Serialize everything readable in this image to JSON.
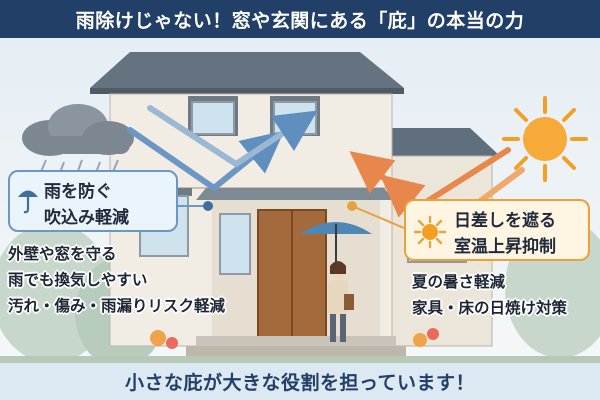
{
  "header": {
    "title": "雨除けじゃない！窓や玄関にある「庇」の本当の力"
  },
  "rain_callout": {
    "line1": "雨を防ぐ",
    "line2": "吹込み軽減",
    "icon": "umbrella-icon"
  },
  "sun_callout": {
    "line1": "日差しを遮る",
    "line2": "室温上昇抑制",
    "icon": "sun-icon"
  },
  "rain_benefits": [
    "外壁や窓を守る",
    "雨でも換気しやすい",
    "汚れ・傷み・雨漏りリスク軽減"
  ],
  "sun_benefits": [
    "夏の暑さ軽減",
    "家具・床の日焼け対策"
  ],
  "footer": {
    "tagline": "小さな庇が大きな役割を担っています！"
  },
  "colors": {
    "title_bg": "#213f67",
    "rain_accent": "#6c97c4",
    "sun_accent": "#e7a23c",
    "footer_bg": "#dce9f2"
  }
}
